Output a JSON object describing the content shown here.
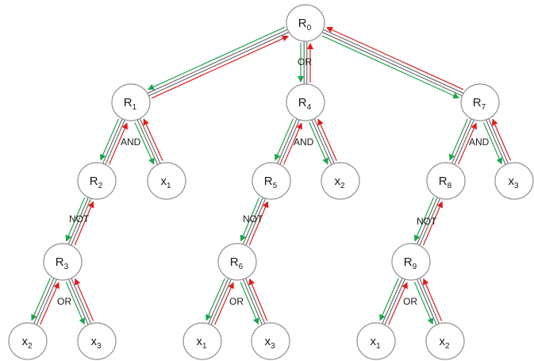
{
  "colors": {
    "node_fill": "#ffffff",
    "node_stroke": "#8f8f8f",
    "edge_gray": "#555555",
    "arrow_green": "#1aa64a",
    "arrow_red": "#e01c1c"
  },
  "nodes": {
    "R0": {
      "base": "R",
      "sub": "0"
    },
    "R1": {
      "base": "R",
      "sub": "1"
    },
    "R2": {
      "base": "R",
      "sub": "2"
    },
    "R3": {
      "base": "R",
      "sub": "3"
    },
    "R4": {
      "base": "R",
      "sub": "4"
    },
    "R5": {
      "base": "R",
      "sub": "5"
    },
    "R6": {
      "base": "R",
      "sub": "6"
    },
    "R7": {
      "base": "R",
      "sub": "7"
    },
    "R8": {
      "base": "R",
      "sub": "8"
    },
    "R9": {
      "base": "R",
      "sub": "9"
    },
    "x1a": {
      "base": "x",
      "sub": "1"
    },
    "x2a": {
      "base": "x",
      "sub": "2"
    },
    "x3a": {
      "base": "x",
      "sub": "3"
    },
    "x2b": {
      "base": "x",
      "sub": "2"
    },
    "x3b": {
      "base": "x",
      "sub": "3"
    },
    "x1b": {
      "base": "x",
      "sub": "1"
    },
    "x3c": {
      "base": "x",
      "sub": "3"
    },
    "x1c": {
      "base": "x",
      "sub": "1"
    },
    "x2c": {
      "base": "x",
      "sub": "2"
    }
  },
  "edges": [
    {
      "from": "R0",
      "to": "R1"
    },
    {
      "from": "R0",
      "to": "R4"
    },
    {
      "from": "R0",
      "to": "R7"
    },
    {
      "from": "R1",
      "to": "R2"
    },
    {
      "from": "R1",
      "to": "x1a"
    },
    {
      "from": "R4",
      "to": "R5"
    },
    {
      "from": "R4",
      "to": "x2a"
    },
    {
      "from": "R7",
      "to": "R8"
    },
    {
      "from": "R7",
      "to": "x3a"
    },
    {
      "from": "R2",
      "to": "R3"
    },
    {
      "from": "R5",
      "to": "R6"
    },
    {
      "from": "R8",
      "to": "R9"
    },
    {
      "from": "R3",
      "to": "x2b"
    },
    {
      "from": "R3",
      "to": "x3b"
    },
    {
      "from": "R6",
      "to": "x1b"
    },
    {
      "from": "R6",
      "to": "x3c"
    },
    {
      "from": "R9",
      "to": "x1c"
    },
    {
      "from": "R9",
      "to": "x2c"
    }
  ],
  "operators": {
    "r0_or": "OR",
    "r1_and": "AND",
    "r4_and": "AND",
    "r7_and": "AND",
    "r2_not": "NOT",
    "r5_not": "NOT",
    "r8_not": "NOT",
    "r3_or": "OR",
    "r6_or": "OR",
    "r9_or": "OR"
  }
}
